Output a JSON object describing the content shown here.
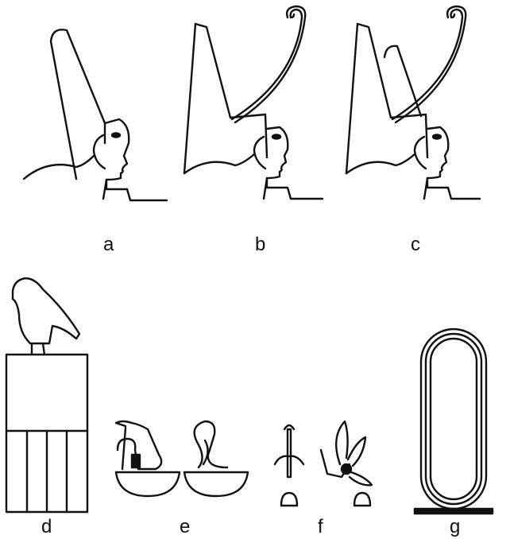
{
  "labels": {
    "a": "a",
    "b": "b",
    "c": "c",
    "d": "d",
    "e": "e",
    "f": "f",
    "g": "g"
  },
  "icons": {
    "a": "white-crown-head-icon",
    "b": "red-crown-head-icon",
    "c": "double-crown-head-icon",
    "d": "horus-falcon-serekh-icon",
    "e": "nebty-vulture-cobra-icon",
    "f": "sedge-and-bee-icon",
    "g": "cartouche-icon"
  },
  "colors": {
    "ink": "#111111",
    "paper": "#ffffff"
  }
}
